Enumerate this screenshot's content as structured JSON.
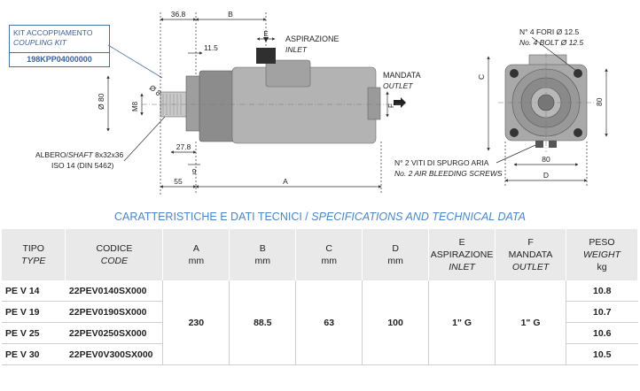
{
  "kit": {
    "line1": "KIT ACCOPPIAMENTO",
    "line2": "COUPLING KIT",
    "code": "198KPP04000000"
  },
  "drawing": {
    "dim_368": "36.8",
    "dim_b": "B",
    "dim_115": "11.5",
    "dim_e": "E",
    "aspirazione": "ASPIRAZIONE",
    "inlet": "INLET",
    "mandata": "MANDATA",
    "outlet": "OUTLET",
    "dim_f": "F",
    "dim_8": "Ø 8",
    "dim_80": "Ø 80",
    "dim_m8": "M8",
    "shaft1a": "ALBERO/",
    "shaft1b": "SHAFT",
    "shaft1c": " 8x32x36",
    "shaft2": "ISO 14 (DIN 5462)",
    "dim_278": "27.8",
    "dim_9": "9",
    "dim_55": "55",
    "dim_a": "A",
    "holes1": "N° 4 FORI Ø 12.5",
    "holes2": "No. 4 BOLT Ø 12.5",
    "dim_c": "C",
    "dim_80r": "80",
    "dim_80b": "80",
    "dim_d": "D",
    "bleed1": "N° 2 VITI DI SPURGO ARIA",
    "bleed2": "No. 2 AIR BLEEDING SCREWS"
  },
  "title": {
    "it": "CARATTERISTICHE E DATI TECNICI / ",
    "en": "SPECIFICATIONS AND TECHNICAL DATA"
  },
  "table": {
    "h": {
      "tipo": "TIPO",
      "type": "TYPE",
      "codice": "CODICE",
      "code": "CODE",
      "a": "A",
      "b": "B",
      "c": "C",
      "d": "D",
      "mm": "mm",
      "e": "E",
      "asp": "ASPIRAZIONE",
      "inlet": "INLET",
      "f": "F",
      "mand": "MANDATA",
      "outlet": "OUTLET",
      "peso": "PESO",
      "weight": "WEIGHT",
      "kg": "kg"
    },
    "rows": [
      {
        "tipo": "PE V 14",
        "codice": "22PEV0140SX000",
        "peso": "10.8"
      },
      {
        "tipo": "PE V 19",
        "codice": "22PEV0190SX000",
        "peso": "10.7"
      },
      {
        "tipo": "PE V 25",
        "codice": "22PEV0250SX000",
        "peso": "10.6"
      },
      {
        "tipo": "PE V 30",
        "codice": "22PEV0V300SX000",
        "peso": "10.5"
      }
    ],
    "shared": {
      "a": "230",
      "b": "88.5",
      "c": "63",
      "d": "100",
      "e": "1\" G",
      "f": "1\" G"
    }
  }
}
